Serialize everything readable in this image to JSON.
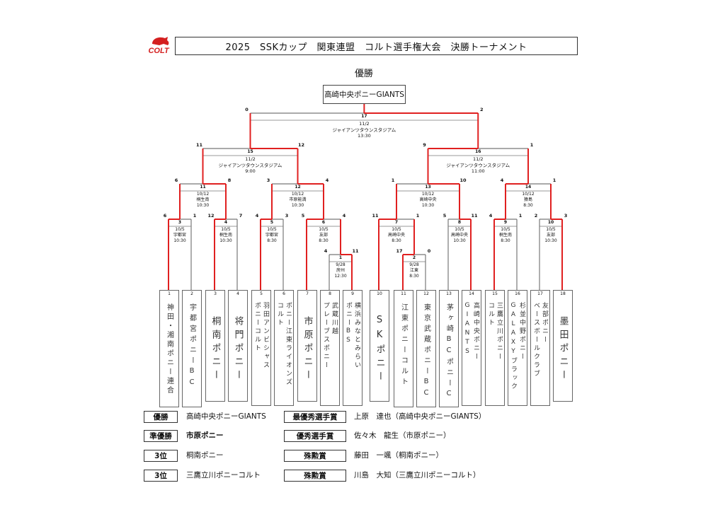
{
  "header": {
    "logo_text": "COLT",
    "title": "2025　SSKカップ　関東連盟　コルト選手権大会　決勝トーナメント"
  },
  "champion": {
    "heading": "優勝",
    "team": "高崎中央ポニーGIANTS"
  },
  "colors": {
    "winner_line": "#e02020",
    "line": "#777777"
  },
  "teams": [
    {
      "no": "1",
      "name": "神田・湘南ポニー連合"
    },
    {
      "no": "2",
      "name": "宇都宮ポニーBC"
    },
    {
      "no": "3",
      "name": "桐南ポニー"
    },
    {
      "no": "4",
      "name": "将門ポニー"
    },
    {
      "no": "5",
      "name": "羽田アンビシャス\nポニーコルト"
    },
    {
      "no": "6",
      "name": "ポニー江東ライオンズ\nコルト"
    },
    {
      "no": "7",
      "name": "市原ポニー"
    },
    {
      "no": "8",
      "name": "武蔵川越\nプレーブスポニー"
    },
    {
      "no": "9",
      "name": "横浜みなとみらい\nポニーBS"
    },
    {
      "no": "10",
      "name": "SKポニー"
    },
    {
      "no": "11",
      "name": "江東ポニーコルト"
    },
    {
      "no": "12",
      "name": "東京武蔵ポニーBC"
    },
    {
      "no": "13",
      "name": "茅ヶ崎BCポニーC"
    },
    {
      "no": "14",
      "name": "高崎中央ポニー\nGIANTS"
    },
    {
      "no": "15",
      "name": "三鷹立川ポニー\nコルト"
    },
    {
      "no": "16",
      "name": "杉並中野ポニー\nGALAXYブラック"
    },
    {
      "no": "17",
      "name": "友部ポニー\nベースボールクラブ"
    },
    {
      "no": "18",
      "name": "墨田ポニー"
    }
  ],
  "matches": [
    {
      "id": "1",
      "left": "t8",
      "right": "t9",
      "left_score": "4",
      "right_score": "11",
      "winner": "right",
      "date": "9/28",
      "venue": "房州",
      "time": "12:30"
    },
    {
      "id": "2",
      "left": "t11",
      "right": "t12",
      "left_score": "17",
      "right_score": "0",
      "winner": "left",
      "date": "9/28",
      "venue": "江東",
      "time": "8:30"
    },
    {
      "id": "3",
      "left": "t1",
      "right": "t2",
      "left_score": "6",
      "right_score": "1",
      "winner": "left",
      "date": "10/5",
      "venue": "宇都宮",
      "time": "10:30"
    },
    {
      "id": "4",
      "left": "t3",
      "right": "t4",
      "left_score": "12",
      "right_score": "7",
      "winner": "left",
      "date": "10/5",
      "venue": "桐生南",
      "time": "10:30"
    },
    {
      "id": "5",
      "left": "t5",
      "right": "t6",
      "left_score": "4",
      "right_score": "3",
      "winner": "left",
      "date": "10/5",
      "venue": "宇都宮",
      "time": "8:30"
    },
    {
      "id": "6",
      "left": "t7",
      "right": "m1",
      "left_score": "5",
      "right_score": "4",
      "winner": "left",
      "date": "10/5",
      "venue": "友部",
      "time": "8:30"
    },
    {
      "id": "7",
      "left": "t10",
      "right": "m2",
      "left_score": "11",
      "right_score": "1",
      "winner": "left",
      "date": "10/5",
      "venue": "高崎中央",
      "time": "8:30"
    },
    {
      "id": "8",
      "left": "t13",
      "right": "t14",
      "left_score": "5",
      "right_score": "11",
      "winner": "right",
      "date": "10/5",
      "venue": "高崎中央",
      "time": "10:30"
    },
    {
      "id": "9",
      "left": "t15",
      "right": "t16",
      "left_score": "4",
      "right_score": "1",
      "winner": "left",
      "date": "10/5",
      "venue": "桐生南",
      "time": "8:30"
    },
    {
      "id": "10",
      "left": "t17",
      "right": "t18",
      "left_score": "2",
      "right_score": "3",
      "winner": "right",
      "date": "10/5",
      "venue": "友部",
      "time": "10:30"
    },
    {
      "id": "11",
      "left": "m3",
      "right": "m4",
      "left_score": "6",
      "right_score": "8",
      "winner": "right",
      "date": "10/12",
      "venue": "桐生南",
      "time": "10:30"
    },
    {
      "id": "12",
      "left": "m5",
      "right": "m6",
      "left_score": "3",
      "right_score": "4",
      "winner": "right",
      "date": "10/12",
      "venue": "市原能満",
      "time": "10:30"
    },
    {
      "id": "13",
      "left": "m7",
      "right": "m8",
      "left_score": "1",
      "right_score": "10",
      "winner": "right",
      "date": "10/12",
      "venue": "高崎中央",
      "time": "10:30"
    },
    {
      "id": "14",
      "left": "m9",
      "right": "m10",
      "left_score": "4",
      "right_score": "1",
      "winner": "left",
      "date": "10/12",
      "venue": "猿島",
      "time": "8:30"
    },
    {
      "id": "15",
      "left": "m11",
      "right": "m12",
      "left_score": "11",
      "right_score": "12",
      "winner": "right",
      "date": "11/2",
      "venue": "ジャイアンツタウンスタジアム",
      "time": "9:00"
    },
    {
      "id": "16",
      "left": "m13",
      "right": "m14",
      "left_score": "9",
      "right_score": "1",
      "winner": "left",
      "date": "11/2",
      "venue": "ジャイアンツタウンスタジアム",
      "time": "11:00"
    },
    {
      "id": "17",
      "left": "m15",
      "right": "m16",
      "left_score": "0",
      "right_score": "2",
      "winner": "right",
      "date": "11/2",
      "venue": "ジャイアンツタウンスタジアム",
      "time": "13:30"
    }
  ],
  "results": [
    {
      "label": "優勝",
      "team": "高崎中央ポニーGIANTS",
      "award": "最優秀選手賞",
      "player": "上原　達也（高崎中央ポニーGIANTS）"
    },
    {
      "label": "準優勝",
      "team": "市原ポニー",
      "award": "優秀選手賞",
      "player": "佐々木　龍生（市原ポニー）"
    },
    {
      "label": "3位",
      "team": "桐南ポニー",
      "award": "殊勲賞",
      "player": "藤田　一颯（桐南ポニー）"
    },
    {
      "label": "3位",
      "team": "三鷹立川ポニーコルト",
      "award": "殊勲賞",
      "player": "川島　大知（三鷹立川ポニーコルト）"
    }
  ]
}
